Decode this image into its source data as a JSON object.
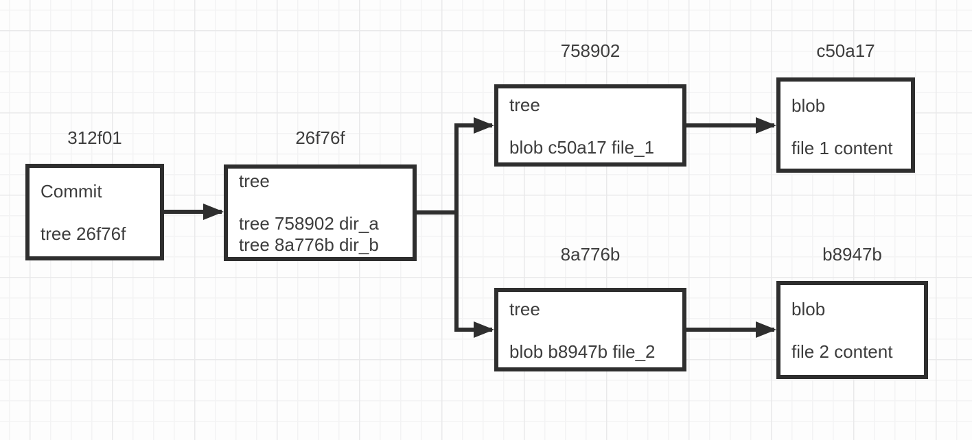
{
  "colors": {
    "stroke": "#2e2e2e",
    "text": "#3d3d3d",
    "box_bg": "#ffffff",
    "canvas_bg": "#fdfdfd",
    "grid_minor": "#f3f3f4",
    "grid_major": "#e9e9ea"
  },
  "nodes": [
    {
      "id": "commit",
      "hash": "312f01",
      "type": "Commit",
      "entries": [
        "tree 26f76f"
      ]
    },
    {
      "id": "tree-root",
      "hash": "26f76f",
      "type": "tree",
      "entries": [
        "tree 758902 dir_a",
        "tree 8a776b dir_b"
      ]
    },
    {
      "id": "tree-dir-a",
      "hash": "758902",
      "type": "tree",
      "entries": [
        "blob c50a17 file_1"
      ]
    },
    {
      "id": "tree-dir-b",
      "hash": "8a776b",
      "type": "tree",
      "entries": [
        "blob b8947b file_2"
      ]
    },
    {
      "id": "blob-file-1",
      "hash": "c50a17",
      "type": "blob",
      "entries": [
        "file 1 content"
      ]
    },
    {
      "id": "blob-file-2",
      "hash": "b8947b",
      "type": "blob",
      "entries": [
        "file 2 content"
      ]
    }
  ],
  "edges": [
    {
      "from": "commit",
      "to": "tree-root"
    },
    {
      "from": "tree-root",
      "to": "tree-dir-a"
    },
    {
      "from": "tree-root",
      "to": "tree-dir-b"
    },
    {
      "from": "tree-dir-a",
      "to": "blob-file-1"
    },
    {
      "from": "tree-dir-b",
      "to": "blob-file-2"
    }
  ]
}
